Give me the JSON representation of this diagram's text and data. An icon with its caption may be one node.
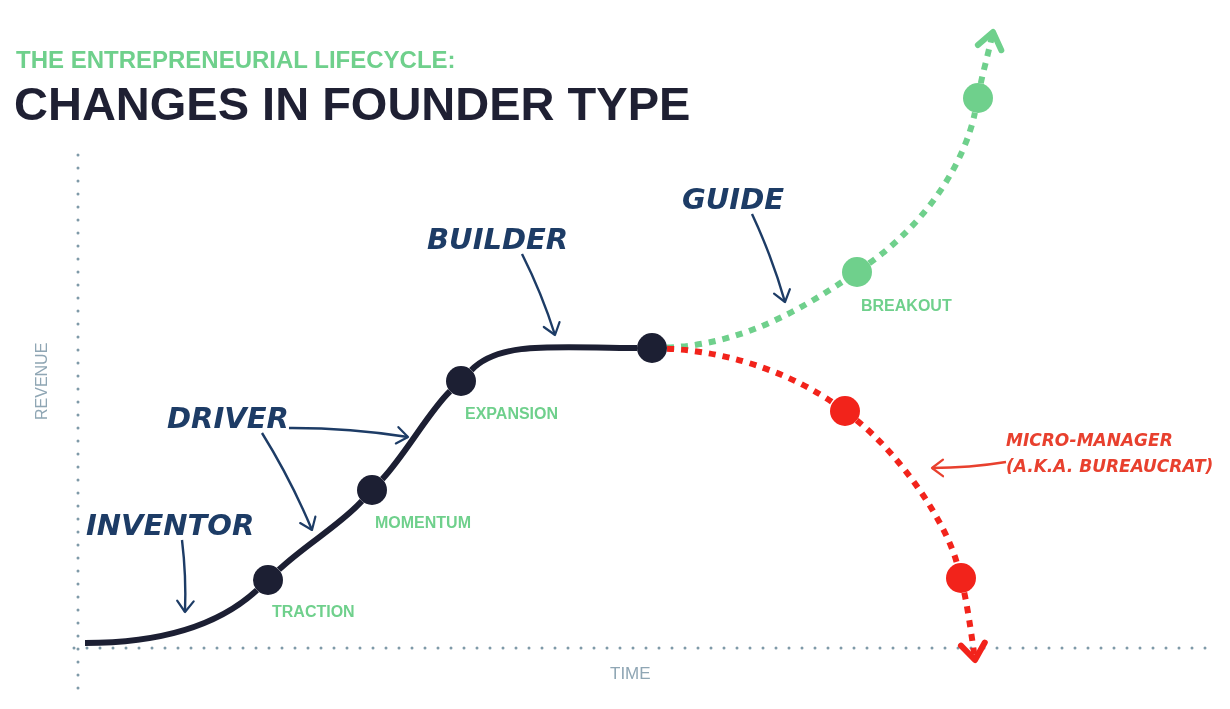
{
  "diagram": {
    "title": "CHANGES IN FOUNDER TYPE",
    "nodes": [
      {
        "text": [
          "INVENTOR"
        ]
      },
      {
        "text": [
          "DRIVER"
        ]
      },
      {
        "text": [
          "BUILDER"
        ]
      },
      {
        "text": [
          "GUIDE"
        ]
      },
      {
        "text": [
          "MICRO-MANAGER (A.K.A. BUREAUCRAT)"
        ]
      },
      {
        "text": [],
        "shape": "circle",
        "beside": [
          "TRACTION"
        ]
      },
      {
        "text": [],
        "shape": "circle",
        "beside": [
          "MOMENTUM"
        ]
      },
      {
        "text": [],
        "shape": "circle",
        "beside": [
          "EXPANSION"
        ]
      },
      {
        "text": [],
        "shape": "circle"
      },
      {
        "text": [],
        "shape": "circle",
        "beside": [
          "BREAKOUT"
        ]
      },
      {
        "text": [],
        "shape": "circle"
      },
      {
        "text": [],
        "shape": "circle"
      },
      {
        "text": [],
        "shape": "circle"
      }
    ],
    "edges": [
      {
        "from": null,
        "to": 5,
        "arrow": "none"
      },
      {
        "from": 5,
        "to": 6,
        "arrow": "none"
      },
      {
        "from": 6,
        "to": 7,
        "arrow": "none"
      },
      {
        "from": 7,
        "to": 8,
        "arrow": "none"
      },
      {
        "from": 8,
        "to": 9,
        "arrow": "none",
        "style": "dashed",
        "color": "#6fd08c"
      },
      {
        "from": 9,
        "to": 10,
        "arrow": "none",
        "style": "dashed",
        "color": "#6fd08c"
      },
      {
        "from": 10,
        "to": null,
        "arrow": "to",
        "style": "dashed",
        "color": "#6fd08c"
      },
      {
        "from": 8,
        "to": 11,
        "arrow": "none",
        "style": "dashed",
        "color": "#f2231b"
      },
      {
        "from": 11,
        "to": 12,
        "arrow": "none",
        "style": "dashed",
        "color": "#f2231b"
      },
      {
        "from": 12,
        "to": null,
        "arrow": "to",
        "style": "dashed",
        "color": "#f2231b"
      },
      {
        "from": 0,
        "to": null,
        "arrow": "to"
      },
      {
        "from": 1,
        "to": null,
        "arrow": "to"
      },
      {
        "from": 1,
        "to": null,
        "arrow": "to"
      },
      {
        "from": 2,
        "to": null,
        "arrow": "to"
      },
      {
        "from": 3,
        "to": null,
        "arrow": "to"
      },
      {
        "from": 4,
        "to": null,
        "arrow": "to",
        "color": "#e8402e"
      }
    ],
    "labels": [
      "THE ENTREPRENEURIAL LIFECYCLE:",
      "REVENUE",
      "TIME"
    ]
  }
}
